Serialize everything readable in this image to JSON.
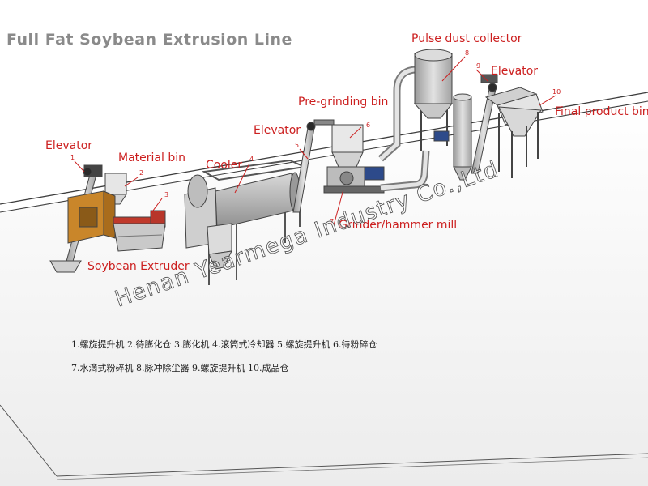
{
  "title": "Full Fat Soybean Extrusion Line",
  "labels": {
    "elevator1": "Elevator",
    "material_bin": "Material bin",
    "cooler": "Cooler",
    "elevator5": "Elevator",
    "pre_grinding_bin": "Pre-grinding bin",
    "pulse_dust_collector": "Pulse dust collector",
    "elevator9": "Elevator",
    "final_product_bin": "Final product bin",
    "grinder": "Grinder/hammer mill",
    "soybean_extruder": "Soybean Extruder"
  },
  "numbers": [
    "1",
    "2",
    "3",
    "4",
    "5",
    "6",
    "7",
    "8",
    "9",
    "10"
  ],
  "legend": {
    "line1": "1.螺旋提升机 2.待膨化仓 3.膨化机 4.滚筒式冷却器 5.螺旋提升机 6.待粉碎仓",
    "line2": "7.水滴式粉碎机 8.脉冲除尘器 9.螺旋提升机 10.成品仓"
  },
  "watermark": "Henan Yearmega Industry Co.,Ltd",
  "colors": {
    "label": "#cc1f1f",
    "title": "#8a8a8a",
    "extruder_frame": "#c9862a",
    "extruder_screw": "#c0392b",
    "motor": "#2d4a8a"
  }
}
